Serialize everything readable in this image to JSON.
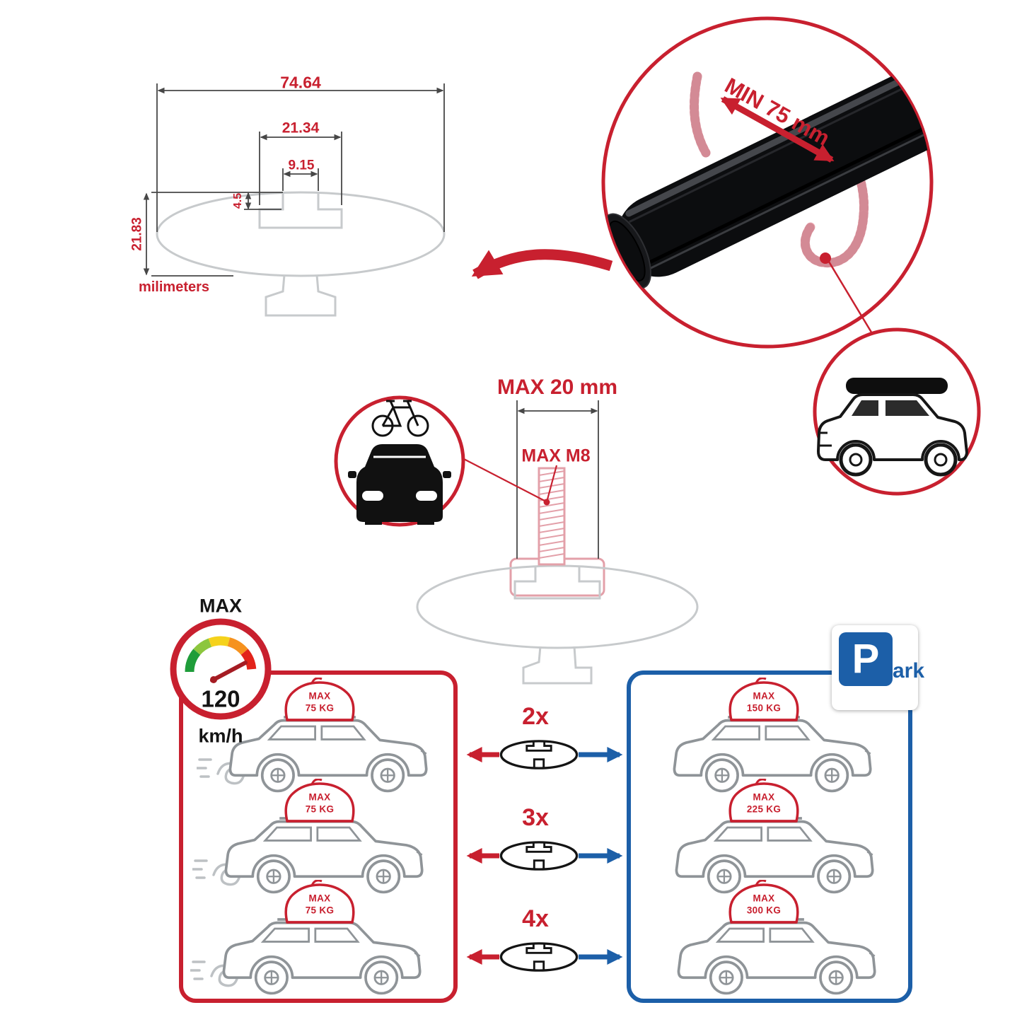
{
  "colors": {
    "red": "#C8202F",
    "blue": "#1C5FA8",
    "profile_gray": "#C7CACC",
    "line": "#474747",
    "bar_black": "#0C0D0F"
  },
  "profile_drawing": {
    "total_width": "74.64",
    "channel_width": "21.34",
    "slot_width": "9.15",
    "lip_depth": "4.5",
    "total_height": "21.83",
    "units": "milimeters"
  },
  "clamp_detail": {
    "min_clearance": "MIN 75 mm"
  },
  "bolt_detail": {
    "max_length": "MAX 20 mm",
    "max_thread": "MAX M8"
  },
  "speed_limit": {
    "label": "MAX",
    "value": "120",
    "units": "km/h"
  },
  "park_sign": {
    "letter": "P",
    "suffix": "ark"
  },
  "load_rows": [
    {
      "multiplier": "2x",
      "driving_label": "MAX",
      "driving_weight": "75 KG",
      "parked_label": "MAX",
      "parked_weight": "150 KG"
    },
    {
      "multiplier": "3x",
      "driving_label": "MAX",
      "driving_weight": "75 KG",
      "parked_label": "MAX",
      "parked_weight": "225 KG"
    },
    {
      "multiplier": "4x",
      "driving_label": "MAX",
      "driving_weight": "75 KG",
      "parked_label": "MAX",
      "parked_weight": "300 KG"
    }
  ]
}
